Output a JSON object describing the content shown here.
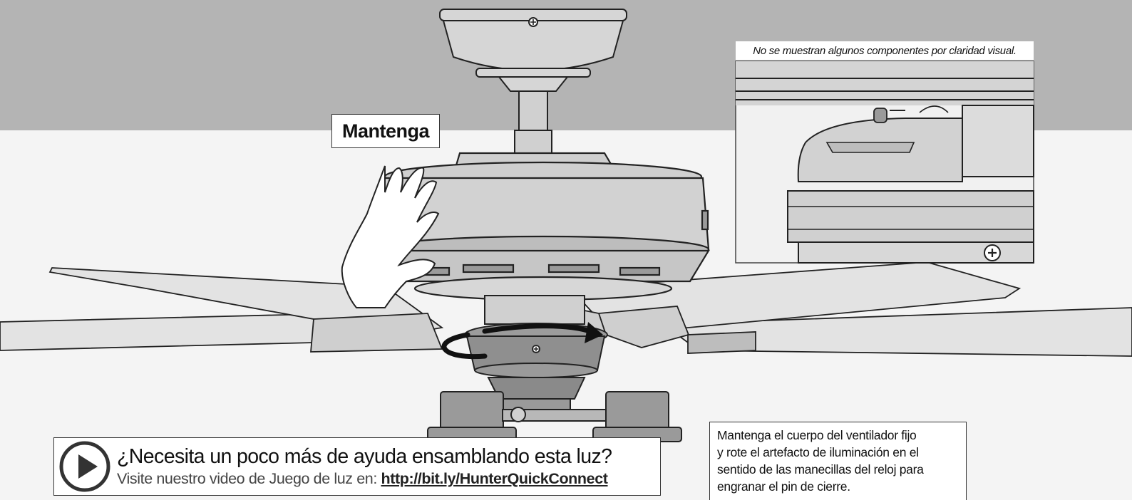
{
  "labels": {
    "hold": "Mantenga",
    "inset_caption": "No se muestran algunos componentes por claridad visual."
  },
  "instruction_lines": [
    "Mantenga el cuerpo del ventilador fijo",
    "y rote el artefacto de iluminación en el",
    "sentido de las manecillas del reloj para",
    "engranar el pin de cierre."
  ],
  "help": {
    "title": "¿Necesita un poco más de ayuda ensamblando esta luz?",
    "subtitle_prefix": "Visite nuestro video de Juego de luz en: ",
    "link": "http://bit.ly/HunterQuickConnect"
  },
  "icons": [
    "play-icon",
    "screw-icon",
    "rotation-arrow-icon",
    "hand-icon",
    "locking-pin-icon"
  ],
  "colors": {
    "ceiling": "#b4b4b4",
    "background": "#f4f4f4",
    "metal": "#c9c9c9",
    "metal_dark": "#9a9a9a",
    "blade": "#e3e3e3",
    "line": "#222222"
  }
}
